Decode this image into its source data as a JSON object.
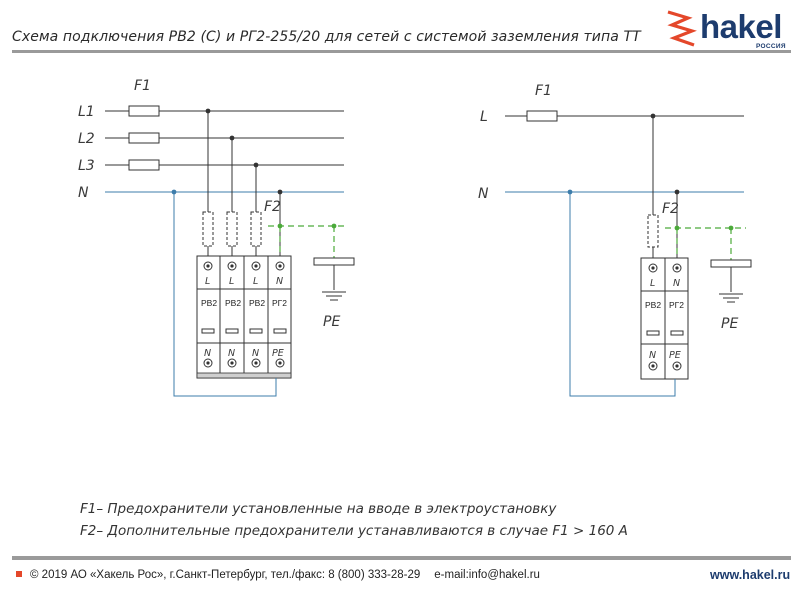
{
  "header": {
    "title": "Схема подключения РВ2 (С) и РГ2-255/20 для сетей с системой заземления типа ТТ",
    "logo": {
      "word": "hakel",
      "sub": "РОССИЯ"
    }
  },
  "colors": {
    "wire": "#333333",
    "neutral": "#3d7dab",
    "pe": "#4caa3a",
    "brand": "#1d3c6e",
    "accent": "#e4472a"
  },
  "diagram_left": {
    "line_labels": [
      "L1",
      "L2",
      "L3",
      "N"
    ],
    "f1_label": "F1",
    "f2_label": "F2",
    "pe_label": "PE",
    "modules": [
      {
        "top": "L",
        "name": "РВ2",
        "bottom": "N"
      },
      {
        "top": "L",
        "name": "РВ2",
        "bottom": "N"
      },
      {
        "top": "L",
        "name": "РВ2",
        "bottom": "N"
      },
      {
        "top": "N",
        "name": "РГ2",
        "bottom": "PE"
      }
    ]
  },
  "diagram_right": {
    "line_labels": [
      "L",
      "N"
    ],
    "f1_label": "F1",
    "f2_label": "F2",
    "pe_label": "PE",
    "modules": [
      {
        "top": "L",
        "name": "РВ2",
        "bottom": "N"
      },
      {
        "top": "N",
        "name": "РГ2",
        "bottom": "PE"
      }
    ]
  },
  "notes": [
    "F1– Предохранители установленные на вводе в электроустановку",
    "F2– Дополнительные предохранители устанавливаются в случае F1 > 160 A"
  ],
  "footer": {
    "copyright": "© 2019 АО «Хакель Рос», г.Санкт-Петербург, тел./факс: 8 (800) 333-28-29",
    "email": "e-mail:info@hakel.ru",
    "website": "www.hakel.ru"
  }
}
